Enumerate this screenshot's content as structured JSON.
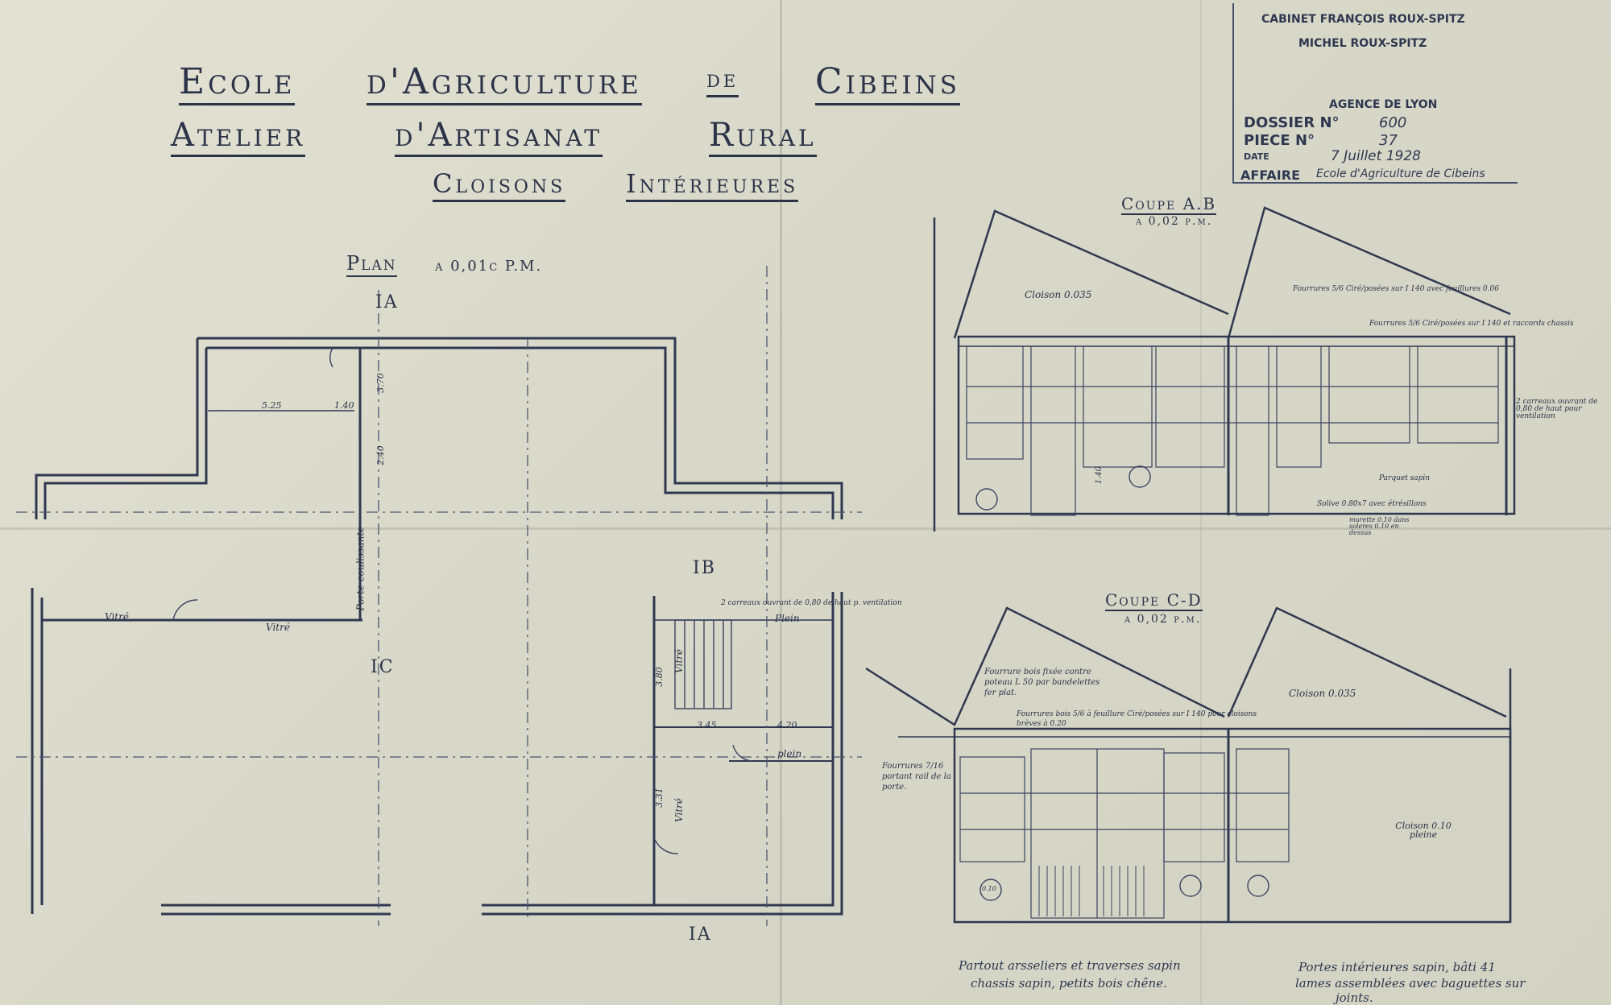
{
  "header": {
    "line1_a": "Ecole",
    "line1_b": "d'Agriculture",
    "line1_c": "de",
    "line1_d": "Cibeins",
    "line2_a": "Atelier",
    "line2_b": "d'Artisanat",
    "line2_c": "Rural",
    "line3_a": "Cloisons",
    "line3_b": "Intérieures"
  },
  "title_block": {
    "cabinet_1": "CABINET FRANÇOIS ROUX-SPITZ",
    "cabinet_2": "MICHEL ROUX-SPITZ",
    "agence": "AGENCE DE LYON",
    "dossier_label": "DOSSIER N°",
    "dossier_value": "600",
    "piece_label": "PIECE N°",
    "piece_value": "37",
    "date_label": "DATE",
    "date_value": "7 Juillet 1928",
    "affaire_label": "AFFAIRE",
    "affaire_value": "Ecole d'Agriculture de Cibeins"
  },
  "plan": {
    "title": "Plan",
    "scale": "a 0,01c P.M.",
    "marker_a_top": "IA",
    "marker_a_bottom": "IA",
    "marker_b": "IB",
    "marker_c": "IC",
    "label_vitre_1": "Vitré",
    "label_vitre_2": "Vitré",
    "label_vitre_3": "Vitré",
    "label_vitre_4": "Vitré",
    "label_plein_1": "Plein",
    "label_plein_2": "plein",
    "label_porte_coulissante": "Porte coulissante",
    "label_ventilation": "2 carreaux ouvrant de 0,80 de haut p. ventilation",
    "dim_525": "5.25",
    "dim_140": "1.40",
    "dim_370": "3.70",
    "dim_240": "2.40",
    "dim_420": "4.20",
    "dim_380": "3.80",
    "dim_331": "3.31",
    "dim_345": "3.45"
  },
  "coupe_ab": {
    "title": "Coupe A.B",
    "scale": "a 0,02 p.m.",
    "cloison": "Cloison 0.035",
    "fourrures_1": "Fourrures 5/6 Ciré/posées sur I 140 avec feuillures 0.06",
    "fourrures_2": "Fourrures 5/6 Ciré/posées sur I 140 et raccords chassis",
    "carreaux": "2 carreaux ouvrant de 0,80 de haut pour ventilation",
    "parquet": "Parquet sapin",
    "solive": "Solive 0.80x7 avec étrésillons",
    "murette": "murette 0.10 dans soleres 0.10 en dessus",
    "dim_140": "1.40"
  },
  "coupe_cd": {
    "title": "Coupe C-D",
    "scale": "a 0,02 p.m.",
    "fourrure_bois": "Fourrure bois fixée contre poteau L 50 par bandelettes fer plat.",
    "fourrures_cloisons": "Fourrures bois 5/6 à feuillure Ciré/posées sur I 140 pour cloisons brèves à 0.20",
    "tourrures": "Fourrures 7/16 portant rail de la porte.",
    "cloison_035": "Cloison 0.035",
    "cloison_010": "Cloison 0.10 pleine",
    "badge": "0.10"
  },
  "notes": {
    "left_1": "Partout arsseliers et traverses sapin",
    "left_2": "chassis sapin, petits bois chêne.",
    "right_1": "Portes intérieures sapin, bâti 41",
    "right_2": "lames assemblées avec baguettes sur",
    "right_3": "joints."
  }
}
